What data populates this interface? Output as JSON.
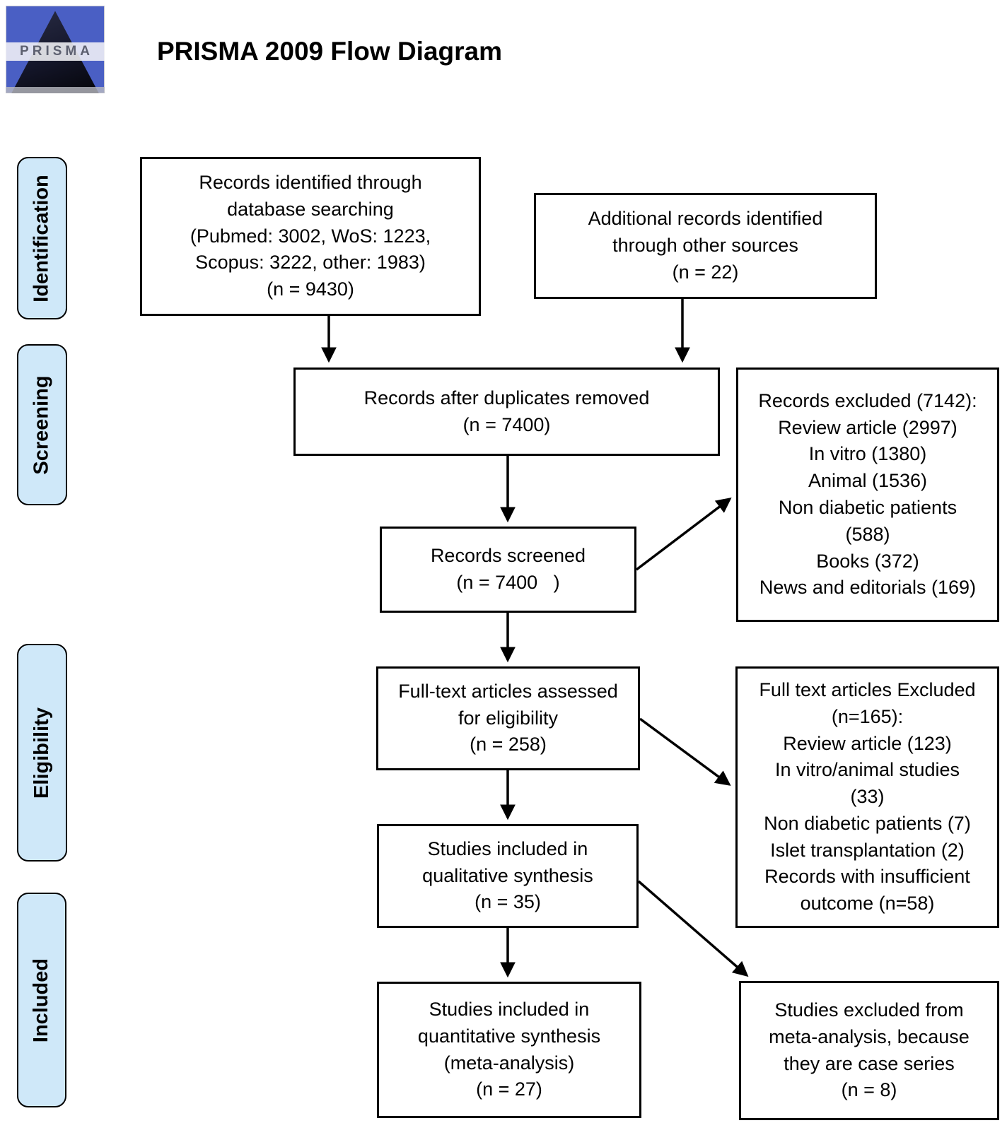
{
  "header": {
    "logo_text": "PRISMA",
    "title": "PRISMA 2009 Flow Diagram"
  },
  "stages": [
    {
      "label": "Identification"
    },
    {
      "label": "Screening"
    },
    {
      "label": "Eligibility"
    },
    {
      "label": "Included"
    }
  ],
  "boxes": {
    "identified": "Records identified through\ndatabase searching\n(Pubmed: 3002, WoS: 1223,\nScopus: 3222, other: 1983)\n(n = 9430)",
    "additional": "Additional records identified\nthrough other sources\n(n = 22)",
    "after_duplicates": "Records after duplicates removed\n(n = 7400)",
    "records_excluded": "Records excluded (7142):\nReview article (2997)\nIn vitro (1380)\nAnimal (1536)\nNon diabetic patients\n(588)\nBooks (372)\nNews and editorials (169)",
    "screened": "Records screened\n(n = 7400   )",
    "fulltext_assessed": "Full-text articles assessed\nfor eligibility\n(n = 258)",
    "fulltext_excluded": "Full text articles Excluded\n(n=165):\nReview article (123)\nIn vitro/animal studies\n(33)\nNon diabetic patients (7)\nIslet transplantation (2)\nRecords with insufficient\noutcome (n=58)",
    "qualitative": "Studies included in\nqualitative synthesis\n(n = 35)",
    "quantitative": "Studies included in\nquantitative synthesis\n(meta-analysis)\n(n = 27)",
    "excluded_meta": "Studies excluded from\nmeta-analysis, because\nthey are case series\n(n = 8)"
  },
  "colors": {
    "stage_fill": "#cfe8f9",
    "box_border": "#000000",
    "logo_blue": "#4a5fc4"
  }
}
